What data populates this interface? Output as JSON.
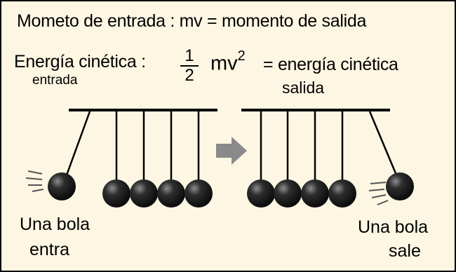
{
  "heading": {
    "momentum_line": "Mometo de entrada : mv = momento de salida",
    "energy_label": "Energía cinética :",
    "energy_label_sub": "entrada",
    "fraction_numerator": "1",
    "fraction_denominator": "2",
    "mv": "mv",
    "exponent": "2",
    "energy_out": "= energía cinética",
    "energy_out_sub": "salida"
  },
  "captions": {
    "in_line1": "Una bola",
    "in_line2": "entra",
    "out_line1": "Una bola",
    "out_line2": "sale"
  },
  "colors": {
    "background": "#fdf6e3",
    "ball": "#1a1a1a",
    "string": "#000000",
    "arrow": "#8a8a8a"
  },
  "icons": [
    "arrow-right-icon",
    "motion-lines-icon"
  ]
}
